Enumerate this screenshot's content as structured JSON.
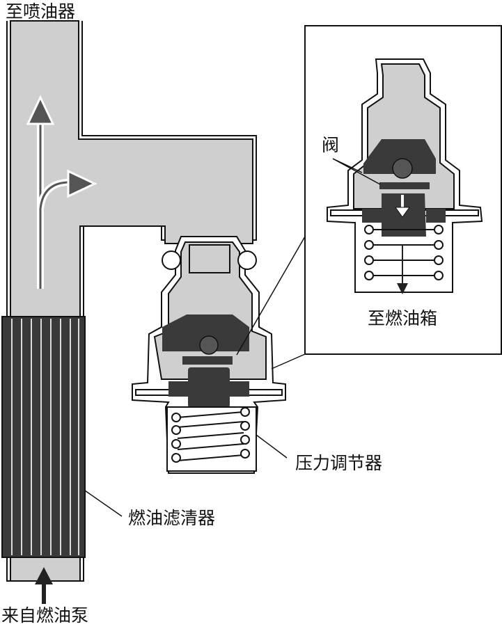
{
  "labels": {
    "to_injector": "至喷油器",
    "valve": "阀",
    "to_tank": "至燃油箱",
    "pressure_regulator": "压力调节器",
    "fuel_filter": "燃油滤清器",
    "from_pump": "来自燃油泵"
  },
  "colors": {
    "fuel": "#cfcfcf",
    "dark_part": "#3a3a3a",
    "outline": "#111111",
    "background": "#ffffff"
  }
}
